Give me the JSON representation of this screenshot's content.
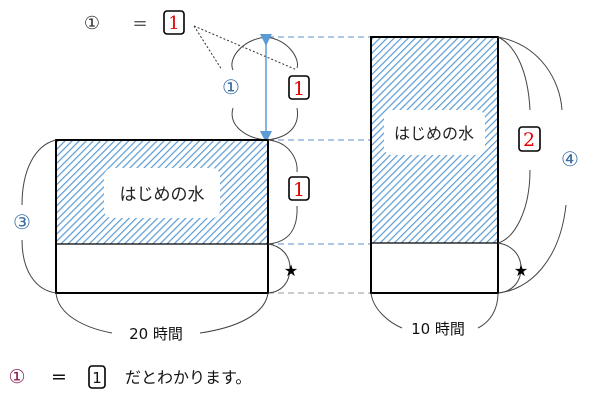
{
  "top_equation": {
    "left": "①",
    "equals": "=",
    "right": "1"
  },
  "labels": {
    "one_circle": "①",
    "one_box_top": "1",
    "one_box_left": "1",
    "two_box": "2",
    "three_circle": "③",
    "four_circle": "④",
    "initial_water_left": "はじめの水",
    "initial_water_right": "はじめの水",
    "star_left": "★",
    "star_right": "★",
    "time_left": "20 時間",
    "time_right": "10 時間"
  },
  "conclusion": {
    "left": "①",
    "equals": "=",
    "box": "1",
    "text": "だとわかります。"
  },
  "colors": {
    "hatch": "#5b9bd5",
    "red": "#e00000",
    "circled": "#3a6ea5",
    "conclusion_circle": "#8b2252"
  }
}
